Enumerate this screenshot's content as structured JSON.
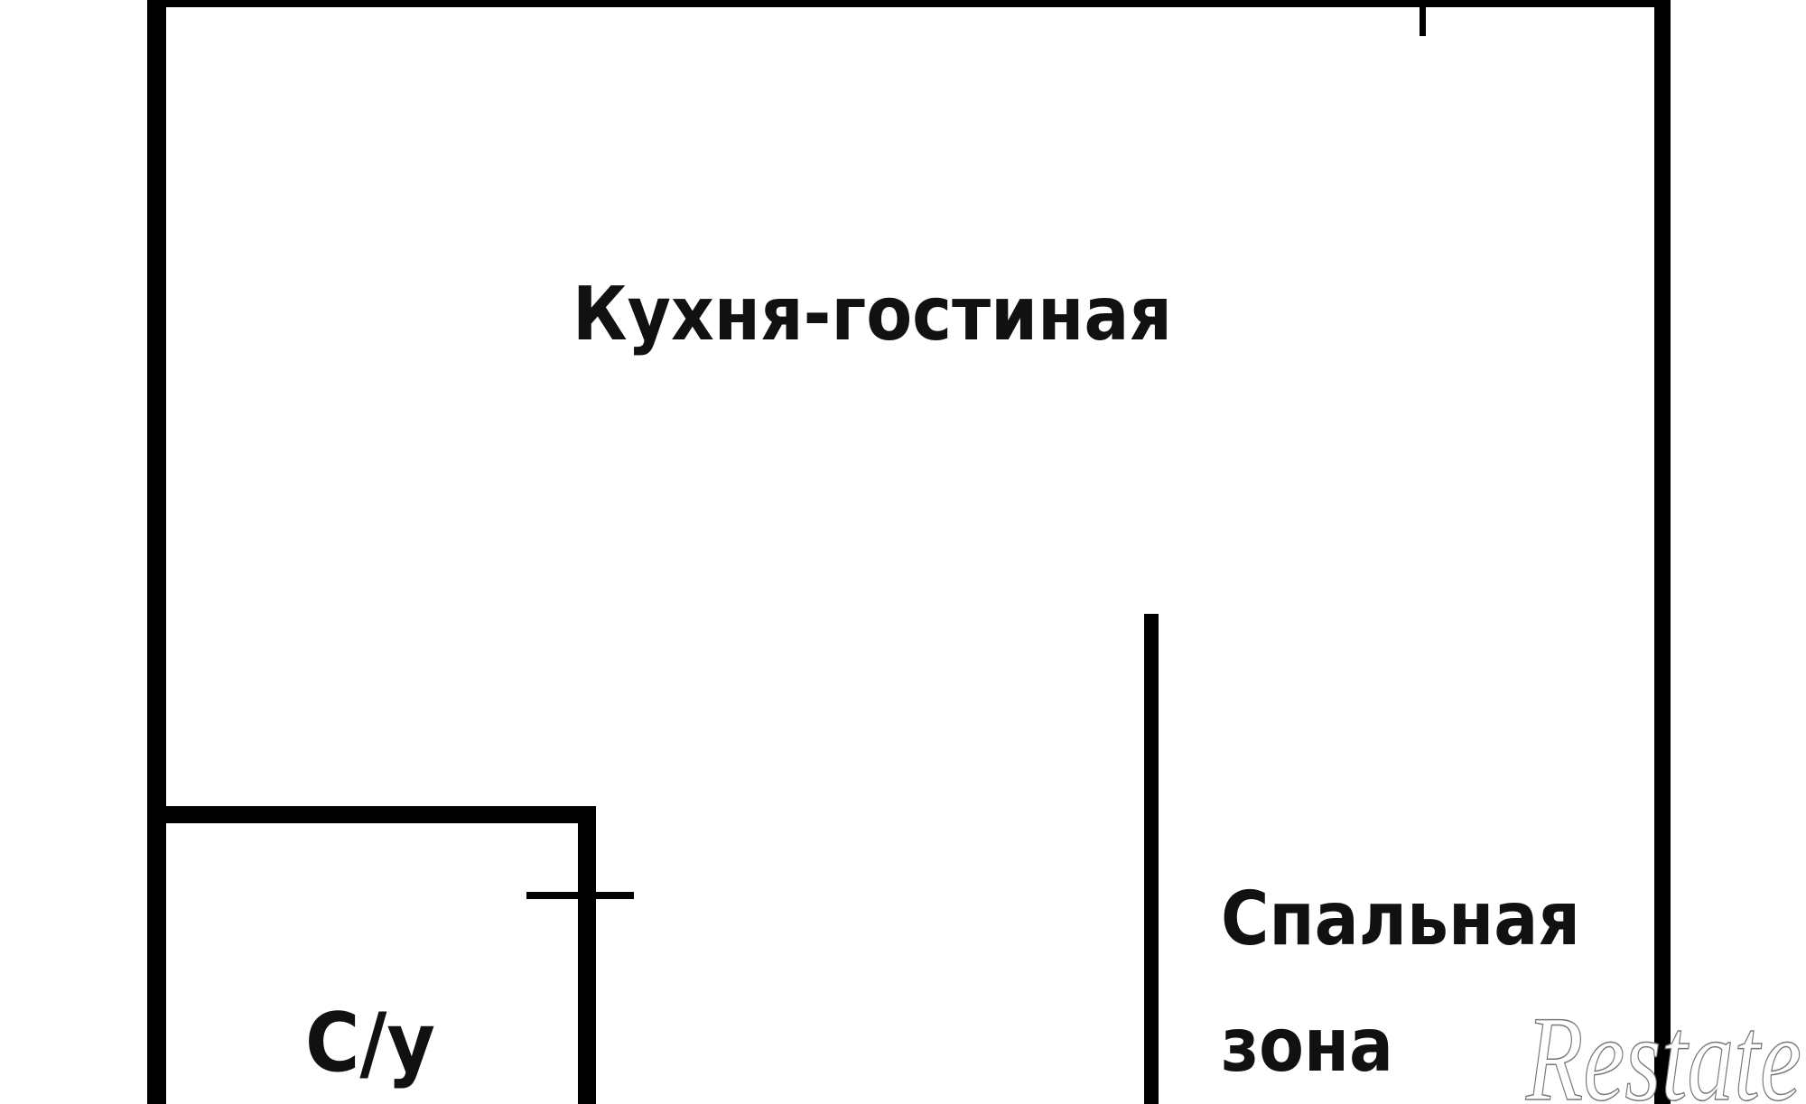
{
  "floorplan": {
    "rooms": {
      "living_kitchen": "Кухня-гостиная",
      "bedroom_line1": "Спальная",
      "bedroom_line2": "зона",
      "bathroom": "С/у"
    },
    "watermark": "Restate",
    "colors": {
      "wall": "#000000",
      "background": "#ffffff",
      "watermark_outline": "#777777"
    }
  }
}
